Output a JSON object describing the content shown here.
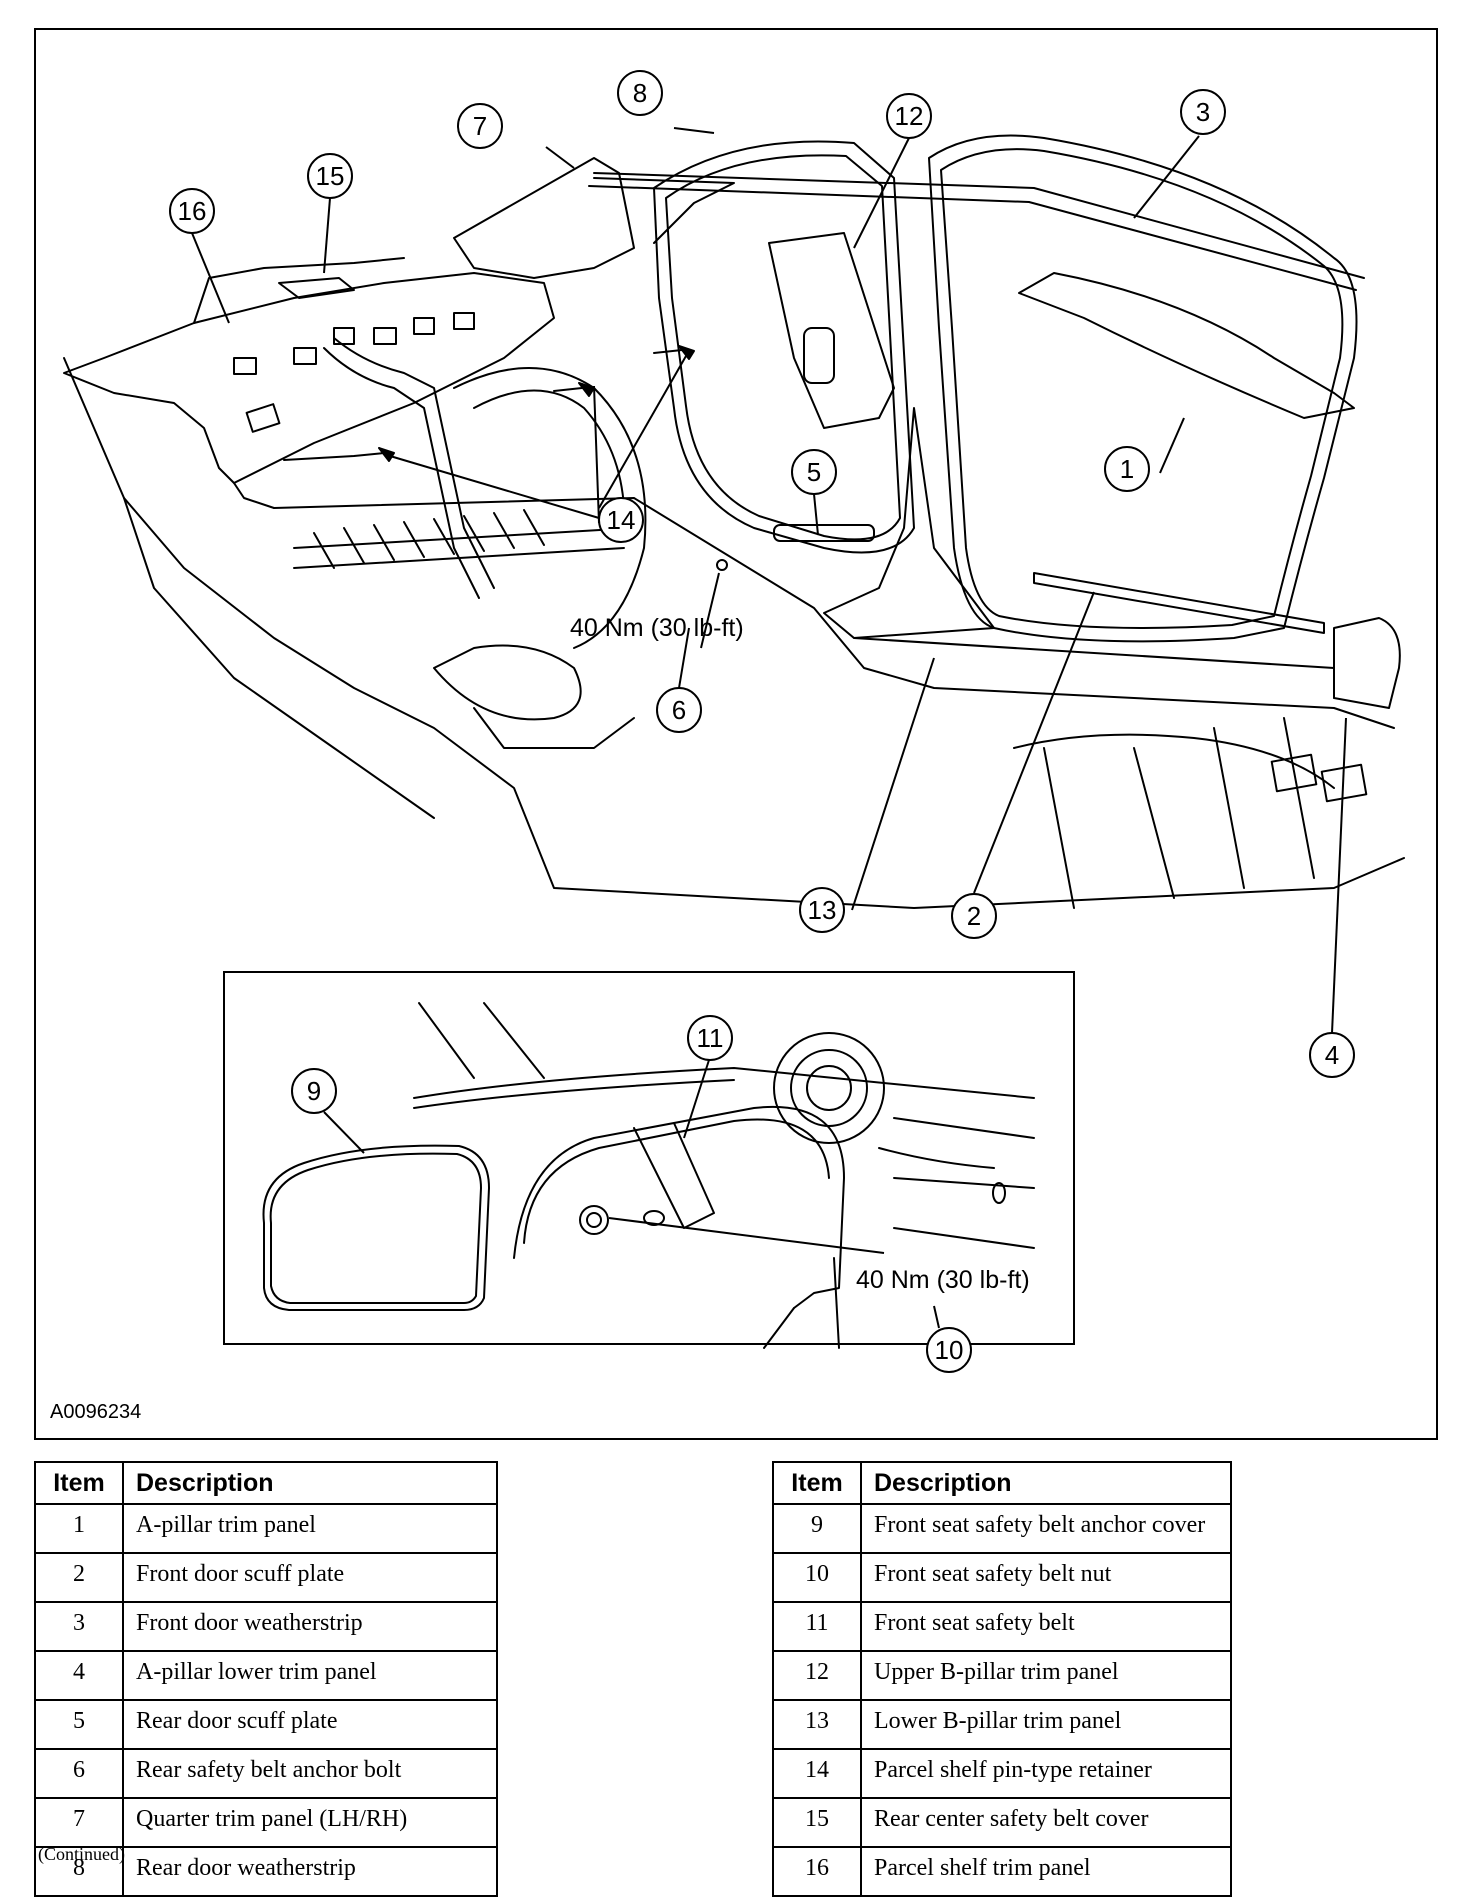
{
  "figure": {
    "id": "A0096234",
    "torque_label": "40 Nm (30 lb-ft)",
    "callouts": [
      "1",
      "2",
      "3",
      "4",
      "5",
      "6",
      "7",
      "8",
      "9",
      "10",
      "11",
      "12",
      "13",
      "14",
      "15",
      "16"
    ]
  },
  "legend": {
    "headers": {
      "item": "Item",
      "description": "Description"
    },
    "left": [
      {
        "item": "1",
        "description": "A-pillar trim panel"
      },
      {
        "item": "2",
        "description": "Front door scuff plate"
      },
      {
        "item": "3",
        "description": "Front door weatherstrip"
      },
      {
        "item": "4",
        "description": "A-pillar lower trim panel"
      },
      {
        "item": "5",
        "description": "Rear door scuff plate"
      },
      {
        "item": "6",
        "description": "Rear safety belt anchor bolt"
      },
      {
        "item": "7",
        "description": "Quarter trim panel (LH/RH)"
      },
      {
        "item": "8",
        "description": "Rear door weatherstrip"
      }
    ],
    "right": [
      {
        "item": "9",
        "description": "Front seat safety belt anchor cover"
      },
      {
        "item": "10",
        "description": "Front seat safety belt nut"
      },
      {
        "item": "11",
        "description": "Front seat safety belt"
      },
      {
        "item": "12",
        "description": "Upper B-pillar trim panel"
      },
      {
        "item": "13",
        "description": "Lower B-pillar trim panel"
      },
      {
        "item": "14",
        "description": "Parcel shelf pin-type retainer"
      },
      {
        "item": "15",
        "description": "Rear center safety belt cover"
      },
      {
        "item": "16",
        "description": "Parcel shelf trim panel"
      }
    ]
  },
  "footer": {
    "continued": "(Continued)"
  }
}
